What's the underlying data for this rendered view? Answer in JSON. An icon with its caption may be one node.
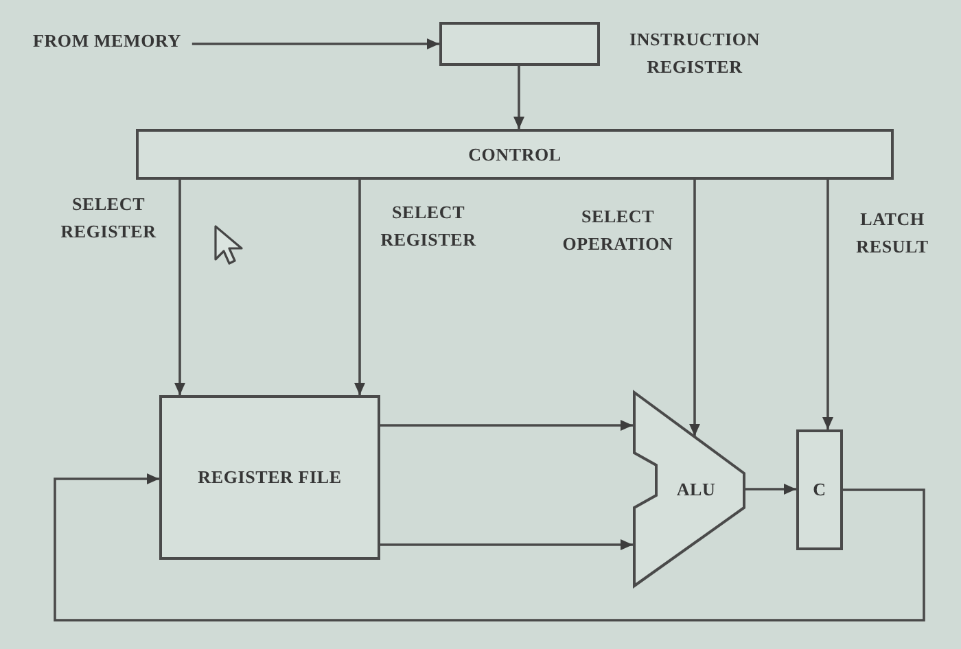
{
  "diagram": {
    "nodes": [
      {
        "text": [
          "FROM MEMORY"
        ]
      },
      {
        "text": [],
        "shape": "box",
        "beside": [
          "INSTRUCTION REGISTER"
        ]
      },
      {
        "text": [
          "CONTROL"
        ]
      },
      {
        "text": [
          "REGISTER FILE"
        ]
      },
      {
        "text": [
          "ALU"
        ]
      },
      {
        "text": [
          "C"
        ]
      }
    ],
    "edges": [
      {
        "from": 0,
        "to": 1,
        "arrow": "to"
      },
      {
        "from": 1,
        "to": 2,
        "arrow": "to"
      },
      {
        "from": 2,
        "to": 3,
        "arrow": "to",
        "label": "SELECT REGISTER"
      },
      {
        "from": 2,
        "to": 3,
        "arrow": "to",
        "label": "SELECT REGISTER"
      },
      {
        "from": 2,
        "to": 4,
        "arrow": "to",
        "label": "SELECT OPERATION"
      },
      {
        "from": 2,
        "to": 5,
        "arrow": "to",
        "label": "LATCH RESULT"
      },
      {
        "from": 3,
        "to": 4,
        "arrow": "to"
      },
      {
        "from": 3,
        "to": 4,
        "arrow": "to"
      },
      {
        "from": 4,
        "to": 5,
        "arrow": "to"
      },
      {
        "from": 5,
        "to": 3,
        "arrow": "to"
      }
    ]
  }
}
